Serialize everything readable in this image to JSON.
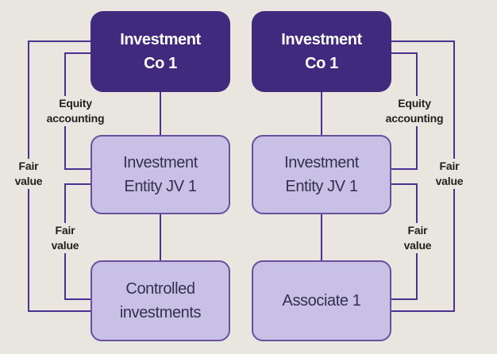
{
  "page": {
    "type": "structure-diagram",
    "description": "Two investment group structures shown side by side with accounting treatment labels on connectors"
  },
  "colors": {
    "page_background": "#e9e6e0",
    "parent_box_fill": "#3f2a7d",
    "parent_box_text": "#ffffff",
    "child_box_fill": "#c9c1e5",
    "child_box_border": "#6a4fa0",
    "child_box_text": "#33304f",
    "connector": "#4b3193",
    "label_text": "#221f1f"
  },
  "left_structure": {
    "parent": {
      "line1": "Investment",
      "line2": "Co 1"
    },
    "middle": {
      "line1": "Investment",
      "line2": "Entity JV 1"
    },
    "bottom": {
      "line1": "Controlled",
      "line2": "investments"
    },
    "labels": {
      "equity": {
        "line1": "Equity",
        "line2": "accounting"
      },
      "fair_outer": {
        "line1": "Fair",
        "line2": "value"
      },
      "fair_inner": {
        "line1": "Fair",
        "line2": "value"
      }
    }
  },
  "right_structure": {
    "parent": {
      "line1": "Investment",
      "line2": "Co 1"
    },
    "middle": {
      "line1": "Investment",
      "line2": "Entity JV 1"
    },
    "bottom": {
      "line1": "Associate 1",
      "line2": ""
    },
    "labels": {
      "equity": {
        "line1": "Equity",
        "line2": "accounting"
      },
      "fair_outer": {
        "line1": "Fair",
        "line2": "value"
      },
      "fair_inner": {
        "line1": "Fair",
        "line2": "value"
      }
    }
  }
}
